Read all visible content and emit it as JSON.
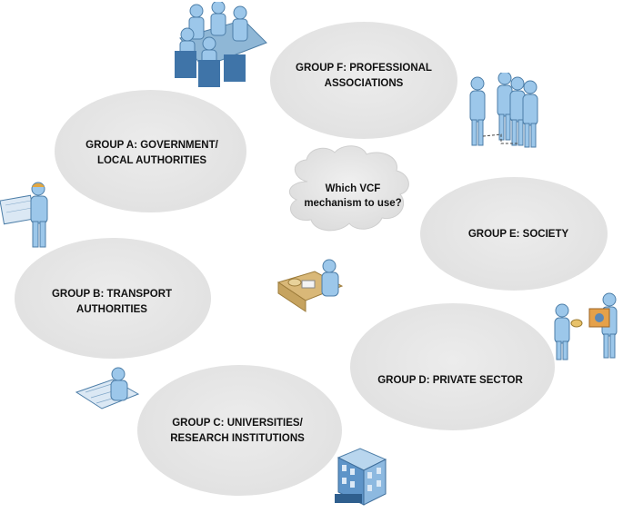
{
  "groups": {
    "f": {
      "line1": "GROUP F: PROFESSIONAL",
      "line2": "ASSOCIATIONS",
      "icon": "group-of-people-icon"
    },
    "a": {
      "line1": "GROUP A: GOVERNMENT/",
      "line2": "LOCAL AUTHORITIES",
      "icon": "meeting-table-icon"
    },
    "e": {
      "line1": "GROUP E: SOCIETY",
      "line2": "",
      "icon": "people-group-icon"
    },
    "b": {
      "line1": "GROUP B: TRANSPORT",
      "line2": "AUTHORITIES",
      "icon": "planner-with-blueprint-icon"
    },
    "d": {
      "line1": "GROUP D: PRIVATE SECTOR",
      "line2": "",
      "icon": "trader-delivering-package-icon"
    },
    "c": {
      "line1": "GROUP C: UNIVERSITIES/",
      "line2": "RESEARCH INSTITUTIONS",
      "icon": "researcher-at-drafting-table-icon"
    }
  },
  "center": {
    "line1": "Which VCF",
    "line2": "mechanism to use?",
    "icon": "person-at-desk-icon"
  },
  "extra_icons": [
    "office-building-icon"
  ]
}
